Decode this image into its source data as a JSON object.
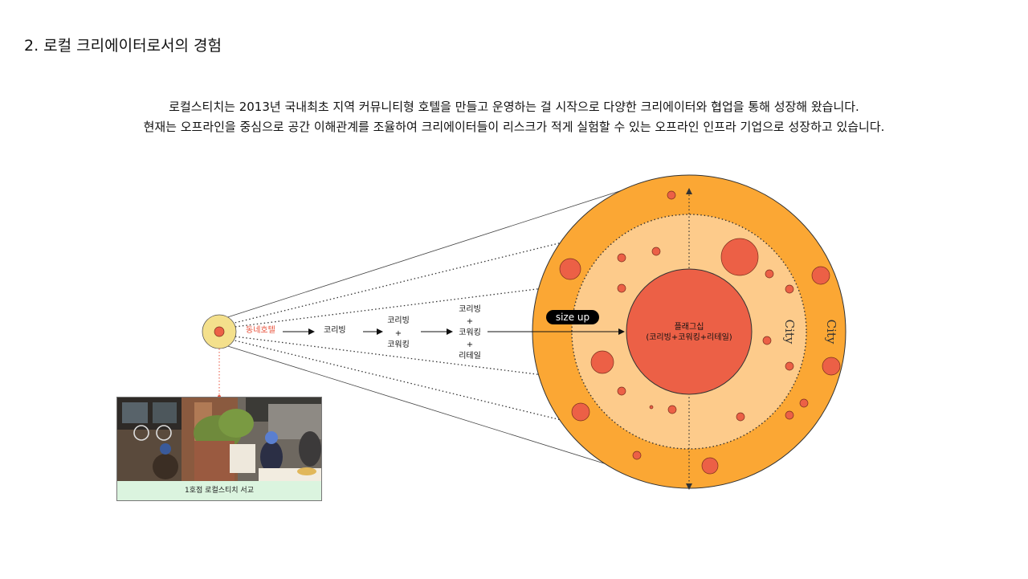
{
  "title": "2. 로컬 크리에이터로서의 경험",
  "intro": {
    "line1": "로컬스티치는 2013년 국내최초 지역 커뮤니티형 호텔을 만들고 운영하는 걸 시작으로 다양한 크리에이터와 협업을 통해 성장해 왔습니다.",
    "line2": "현재는 오프라인을 중심으로 공간 이해관계를 조율하여 크리에이터들이 리스크가 적게 실험할 수 있는 오프라인 인프라 기업으로 성장하고 있습니다."
  },
  "flow": {
    "step1": "동네호텔",
    "step2": "코리빙",
    "step3": [
      "코리빙",
      "+",
      "코워킹"
    ],
    "step4": [
      "코리빙",
      "+",
      "코워킹",
      "+",
      "리테일"
    ],
    "size_up": "size up"
  },
  "core": {
    "line1": "플래그십",
    "line2": "(코리빙+코워킹+리테일)"
  },
  "rings": {
    "inner_label": "City",
    "outer_label": "City"
  },
  "photo_caption": "1호점 로컬스티치 서교",
  "colors": {
    "outer_ring": "#fba734",
    "inner_ring": "#fdcb8b",
    "core": "#ec6046",
    "small_circle_fill": "#f4e08c",
    "accent_text": "#e8503a",
    "caption_bg": "#dbf4df"
  }
}
